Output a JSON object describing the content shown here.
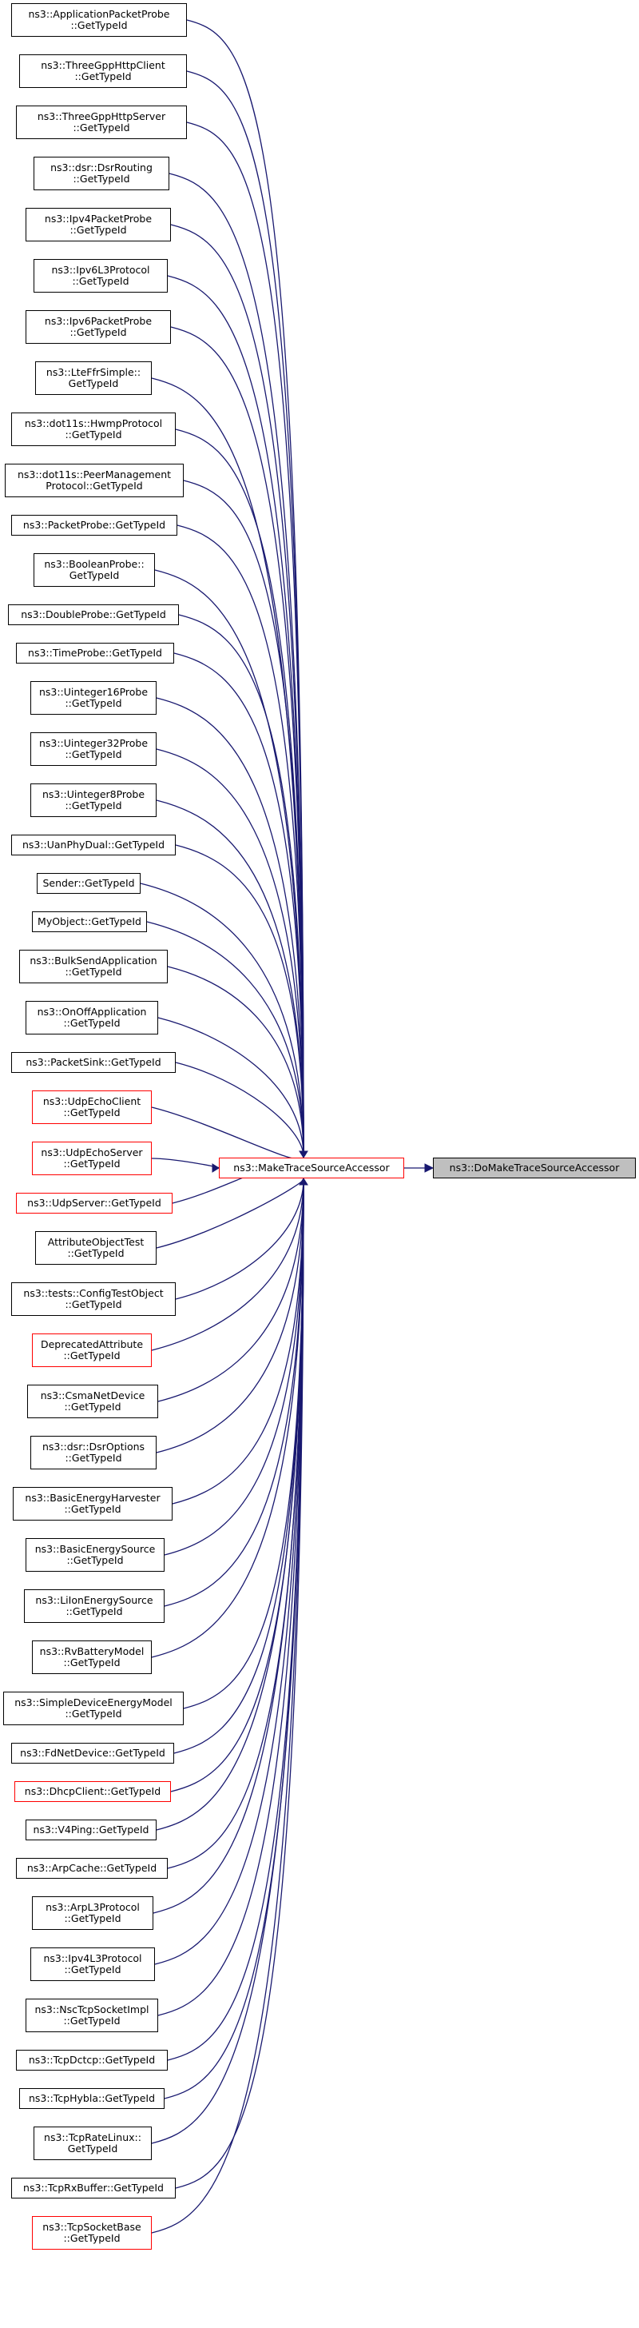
{
  "graph": {
    "hub": {
      "label": "ns3::MakeTraceSourceAccessor",
      "border": "#ff0000"
    },
    "target": {
      "label": "ns3::DoMakeTraceSourceAccessor",
      "fill": "#bfbfbf"
    },
    "edge_color": "#191970",
    "callers": [
      {
        "label": "ns3::ApplicationPacketProbe\n::GetTypeId",
        "red": false
      },
      {
        "label": "ns3::ThreeGppHttpClient\n::GetTypeId",
        "red": false
      },
      {
        "label": "ns3::ThreeGppHttpServer\n::GetTypeId",
        "red": false
      },
      {
        "label": "ns3::dsr::DsrRouting\n::GetTypeId",
        "red": false
      },
      {
        "label": "ns3::Ipv4PacketProbe\n::GetTypeId",
        "red": false
      },
      {
        "label": "ns3::Ipv6L3Protocol\n::GetTypeId",
        "red": false
      },
      {
        "label": "ns3::Ipv6PacketProbe\n::GetTypeId",
        "red": false
      },
      {
        "label": "ns3::LteFfrSimple::\nGetTypeId",
        "red": false
      },
      {
        "label": "ns3::dot11s::HwmpProtocol\n::GetTypeId",
        "red": false
      },
      {
        "label": "ns3::dot11s::PeerManagement\nProtocol::GetTypeId",
        "red": false
      },
      {
        "label": "ns3::PacketProbe::GetTypeId",
        "red": false
      },
      {
        "label": "ns3::BooleanProbe::\nGetTypeId",
        "red": false
      },
      {
        "label": "ns3::DoubleProbe::GetTypeId",
        "red": false
      },
      {
        "label": "ns3::TimeProbe::GetTypeId",
        "red": false
      },
      {
        "label": "ns3::Uinteger16Probe\n::GetTypeId",
        "red": false
      },
      {
        "label": "ns3::Uinteger32Probe\n::GetTypeId",
        "red": false
      },
      {
        "label": "ns3::Uinteger8Probe\n::GetTypeId",
        "red": false
      },
      {
        "label": "ns3::UanPhyDual::GetTypeId",
        "red": false
      },
      {
        "label": "Sender::GetTypeId",
        "red": false
      },
      {
        "label": "MyObject::GetTypeId",
        "red": false
      },
      {
        "label": "ns3::BulkSendApplication\n::GetTypeId",
        "red": false
      },
      {
        "label": "ns3::OnOffApplication\n::GetTypeId",
        "red": false
      },
      {
        "label": "ns3::PacketSink::GetTypeId",
        "red": false
      },
      {
        "label": "ns3::UdpEchoClient\n::GetTypeId",
        "red": true
      },
      {
        "label": "ns3::UdpEchoServer\n::GetTypeId",
        "red": true
      },
      {
        "label": "ns3::UdpServer::GetTypeId",
        "red": true
      },
      {
        "label": "AttributeObjectTest\n::GetTypeId",
        "red": false
      },
      {
        "label": "ns3::tests::ConfigTestObject\n::GetTypeId",
        "red": false
      },
      {
        "label": "DeprecatedAttribute\n::GetTypeId",
        "red": true
      },
      {
        "label": "ns3::CsmaNetDevice\n::GetTypeId",
        "red": false
      },
      {
        "label": "ns3::dsr::DsrOptions\n::GetTypeId",
        "red": false
      },
      {
        "label": "ns3::BasicEnergyHarvester\n::GetTypeId",
        "red": false
      },
      {
        "label": "ns3::BasicEnergySource\n::GetTypeId",
        "red": false
      },
      {
        "label": "ns3::LiIonEnergySource\n::GetTypeId",
        "red": false
      },
      {
        "label": "ns3::RvBatteryModel\n::GetTypeId",
        "red": false
      },
      {
        "label": "ns3::SimpleDeviceEnergyModel\n::GetTypeId",
        "red": false
      },
      {
        "label": "ns3::FdNetDevice::GetTypeId",
        "red": false
      },
      {
        "label": "ns3::DhcpClient::GetTypeId",
        "red": true
      },
      {
        "label": "ns3::V4Ping::GetTypeId",
        "red": false
      },
      {
        "label": "ns3::ArpCache::GetTypeId",
        "red": false
      },
      {
        "label": "ns3::ArpL3Protocol\n::GetTypeId",
        "red": false
      },
      {
        "label": "ns3::Ipv4L3Protocol\n::GetTypeId",
        "red": false
      },
      {
        "label": "ns3::NscTcpSocketImpl\n::GetTypeId",
        "red": false
      },
      {
        "label": "ns3::TcpDctcp::GetTypeId",
        "red": false
      },
      {
        "label": "ns3::TcpHybla::GetTypeId",
        "red": false
      },
      {
        "label": "ns3::TcpRateLinux::\nGetTypeId",
        "red": false
      },
      {
        "label": "ns3::TcpRxBuffer::GetTypeId",
        "red": false
      },
      {
        "label": "ns3::TcpSocketBase\n::GetTypeId",
        "red": true
      }
    ]
  }
}
